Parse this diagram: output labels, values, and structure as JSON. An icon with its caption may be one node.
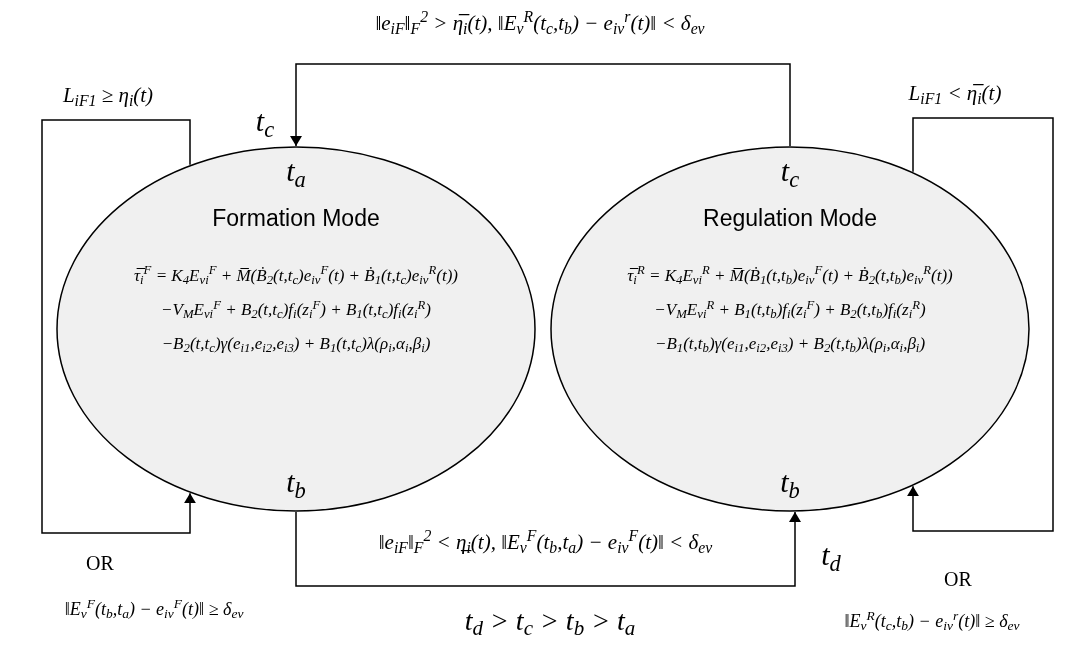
{
  "diagram": {
    "nodes": [
      {
        "text": [
          "t$_{a}$",
          "Formation Mode",
          "τ̅$_{i}$$^{F}$ = K$_{4}$E$_{vi}$$^{F}$ + M̅(Ḃ$_{2}$(t,t$_{c}$)e$_{iv}$$^{F}$(t) + Ḃ$_{1}$(t,t$_{c}$)e$_{iv}$$^{R}$(t))",
          "−V$_{M}$E$_{vi}$$^{F}$ + B$_{2}$(t,t$_{c}$)f$_{i}$(z$_{i}$$^{F}$) + B$_{1}$(t,t$_{c}$)f$_{i}$(z$_{i}$$^{R}$)",
          "−B$_{2}$(t,t$_{c}$)γ(e$_{i1}$,e$_{i2}$,e$_{i3}$) + B$_{1}$(t,t$_{c}$)λ(ρ$_{i}$,α$_{i}$,β$_{i}$)",
          "t$_{b}$"
        ]
      },
      {
        "text": [
          "t$_{c}$",
          "Regulation Mode",
          "τ̅$_{i}$$^{R}$ = K$_{4}$E$_{vi}$$^{R}$ + M̅(Ḃ$_{1}$(t,t$_{b}$)e$_{iv}$$^{F}$(t) + Ḃ$_{2}$(t,t$_{b}$)e$_{iv}$$^{R}$(t))",
          "−V$_{M}$E$_{vi}$$^{R}$ + B$_{1}$(t,t$_{b}$)f$_{i}$(z$_{i}$$^{F}$) + B$_{2}$(t,t$_{b}$)f$_{i}$(z$_{i}$$^{R}$)",
          "−B$_{1}$(t,t$_{b}$)γ(e$_{i1}$,e$_{i2}$,e$_{i3}$) + B$_{2}$(t,t$_{b}$)λ(ρ$_{i}$,α$_{i}$,β$_{i}$)",
          "t$_{b}$"
        ]
      }
    ],
    "edges": [
      {
        "from": 1,
        "to": 0,
        "arrow": "to",
        "label": "‖e$_{iF}$‖$_{F}$$^{2}$ > η̅$_{i}$(t), ‖E$_{v}$$^{R}$(t$_{c}$,t$_{b}$) − e$_{iv}$$^{r}$(t)‖ < δ$_{ev}$"
      },
      {
        "from": 0,
        "to": 0,
        "arrow": "to",
        "label": "L$_{iF1}$ ≥ η$_{i}$(t)"
      },
      {
        "from": 0,
        "to": 1,
        "arrow": "to",
        "label": "‖e$_{iF}$‖$_{F}$$^{2}$ < η̲$_{i}$(t), ‖E$_{v}$$^{F}$(t$_{b}$,t$_{a}$) − e$_{iv}$$^{F}$(t)‖ < δ$_{ev}$"
      },
      {
        "from": 1,
        "to": 1,
        "arrow": "to",
        "label": "L$_{iF1}$ < η̅$_{i}$(t)"
      }
    ],
    "labels": [
      "t$_{c}$",
      "OR",
      "‖E$_{v}$$^{F}$(t$_{b}$,t$_{a}$) − e$_{iv}$$^{F}$(t)‖ ≥ δ$_{ev}$",
      "t$_{d}$",
      "OR",
      "‖E$_{v}$$^{R}$(t$_{c}$,t$_{b}$) − e$_{iv}$$^{r}$(t)‖ ≥ δ$_{ev}$",
      "t$_{d}$ > t$_{c}$ > t$_{b}$ > t$_{a}$"
    ]
  }
}
